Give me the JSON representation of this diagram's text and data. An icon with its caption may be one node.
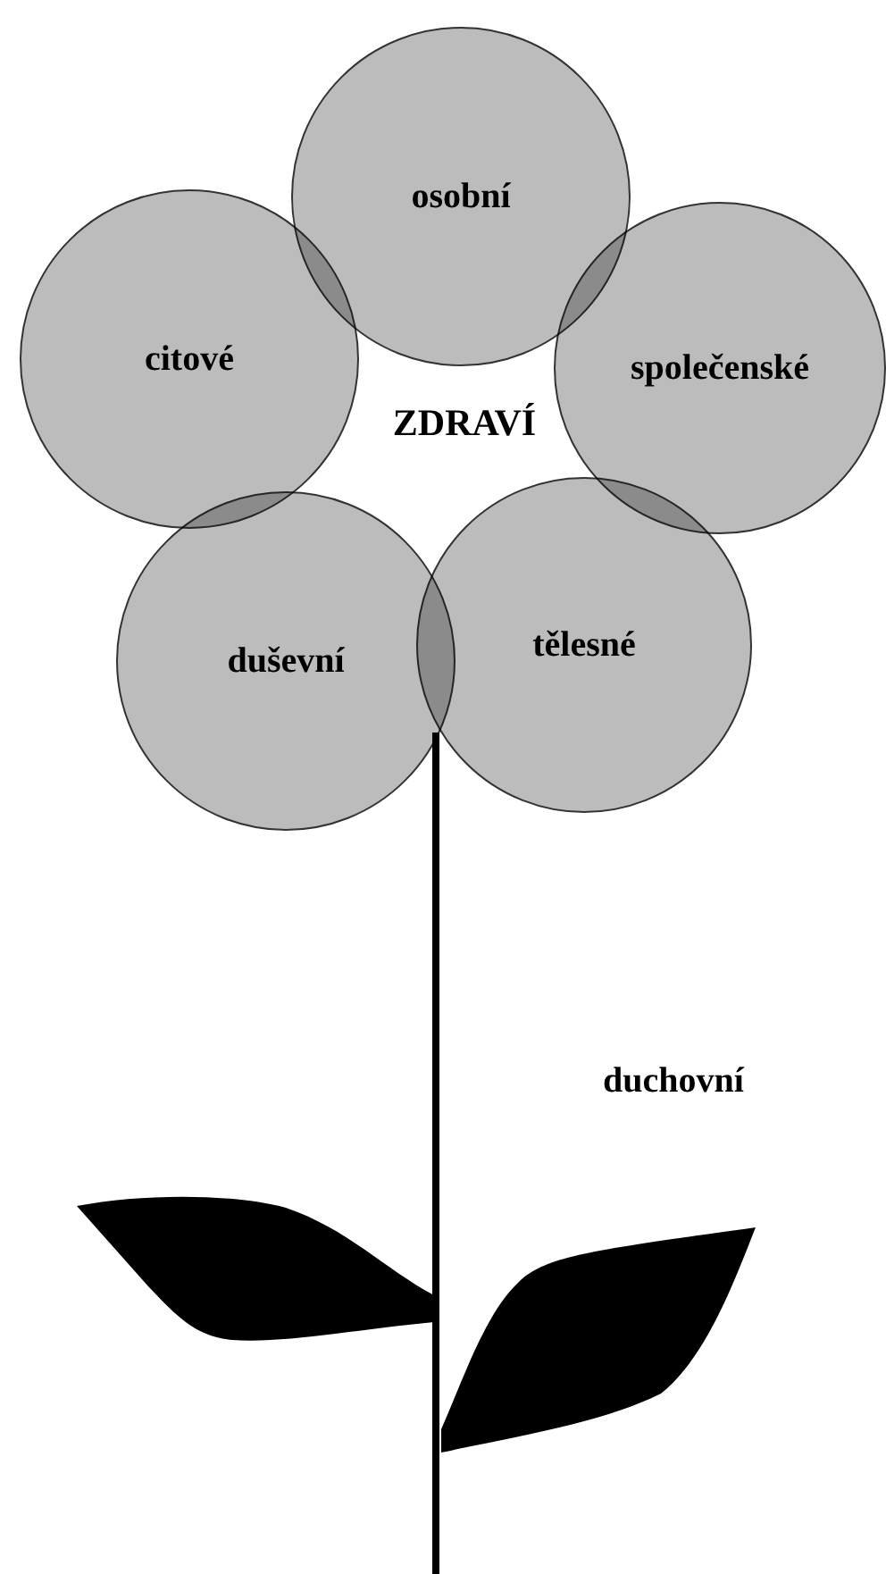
{
  "diagram": {
    "nodes": [
      {
        "text": [
          "osobní"
        ]
      },
      {
        "text": [
          "citové"
        ]
      },
      {
        "text": [
          "společenské"
        ]
      },
      {
        "text": [
          "duševní"
        ]
      },
      {
        "text": [
          "tělesné"
        ]
      }
    ],
    "labels": [
      "ZDRAVÍ",
      "duchovní"
    ]
  }
}
